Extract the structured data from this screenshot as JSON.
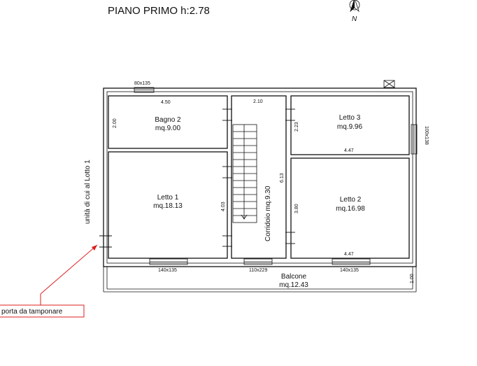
{
  "header": {
    "title": "PIANO PRIMO  h:2.78",
    "north_label": "N"
  },
  "rooms": {
    "bagno2": {
      "name": "Bagno 2",
      "area": "mq.9.00",
      "dim_w": "4.50",
      "dim_h": "2.00"
    },
    "letto1": {
      "name": "Letto 1",
      "area": "mq.18.13",
      "dim_h": "4.03"
    },
    "letto3": {
      "name": "Letto 3",
      "area": "mq.9.96",
      "dim_w": "4.47",
      "dim_h": "2.23"
    },
    "letto2": {
      "name": "Letto 2",
      "area": "mq.16.98",
      "dim_w": "4.47",
      "dim_h": "3.80"
    },
    "corridoio": {
      "name": "Corridoio mq.9.30",
      "dim_w": "2.10",
      "dim_h": "6.13"
    },
    "balcone": {
      "name": "Balcone",
      "area": "mq.12.43",
      "dim_h": "1.00"
    }
  },
  "openings": {
    "top_window": "80x135",
    "right_window": "100x138",
    "letto1_window": "140x135",
    "corridor_door": "110x229",
    "letto2_window": "140x135"
  },
  "annotations": {
    "side_label": "unità di cui al Lotto 1",
    "door_note": "porta da tamponare"
  },
  "colors": {
    "annotation_red": "#dd1f1f",
    "line": "#111111"
  }
}
